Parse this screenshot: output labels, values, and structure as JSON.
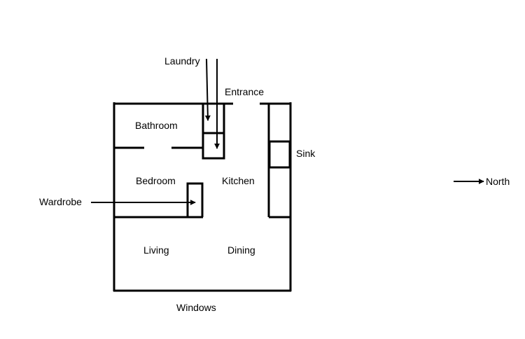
{
  "labels": {
    "laundry": "Laundry",
    "entrance": "Entrance",
    "bathroom": "Bathroom",
    "sink": "Sink",
    "bedroom": "Bedroom",
    "kitchen": "Kitchen",
    "wardrobe": "Wardrobe",
    "north": "North",
    "living": "Living",
    "dining": "Dining",
    "windows": "Windows"
  },
  "colors": {
    "line": "#000000",
    "background": "#ffffff"
  }
}
